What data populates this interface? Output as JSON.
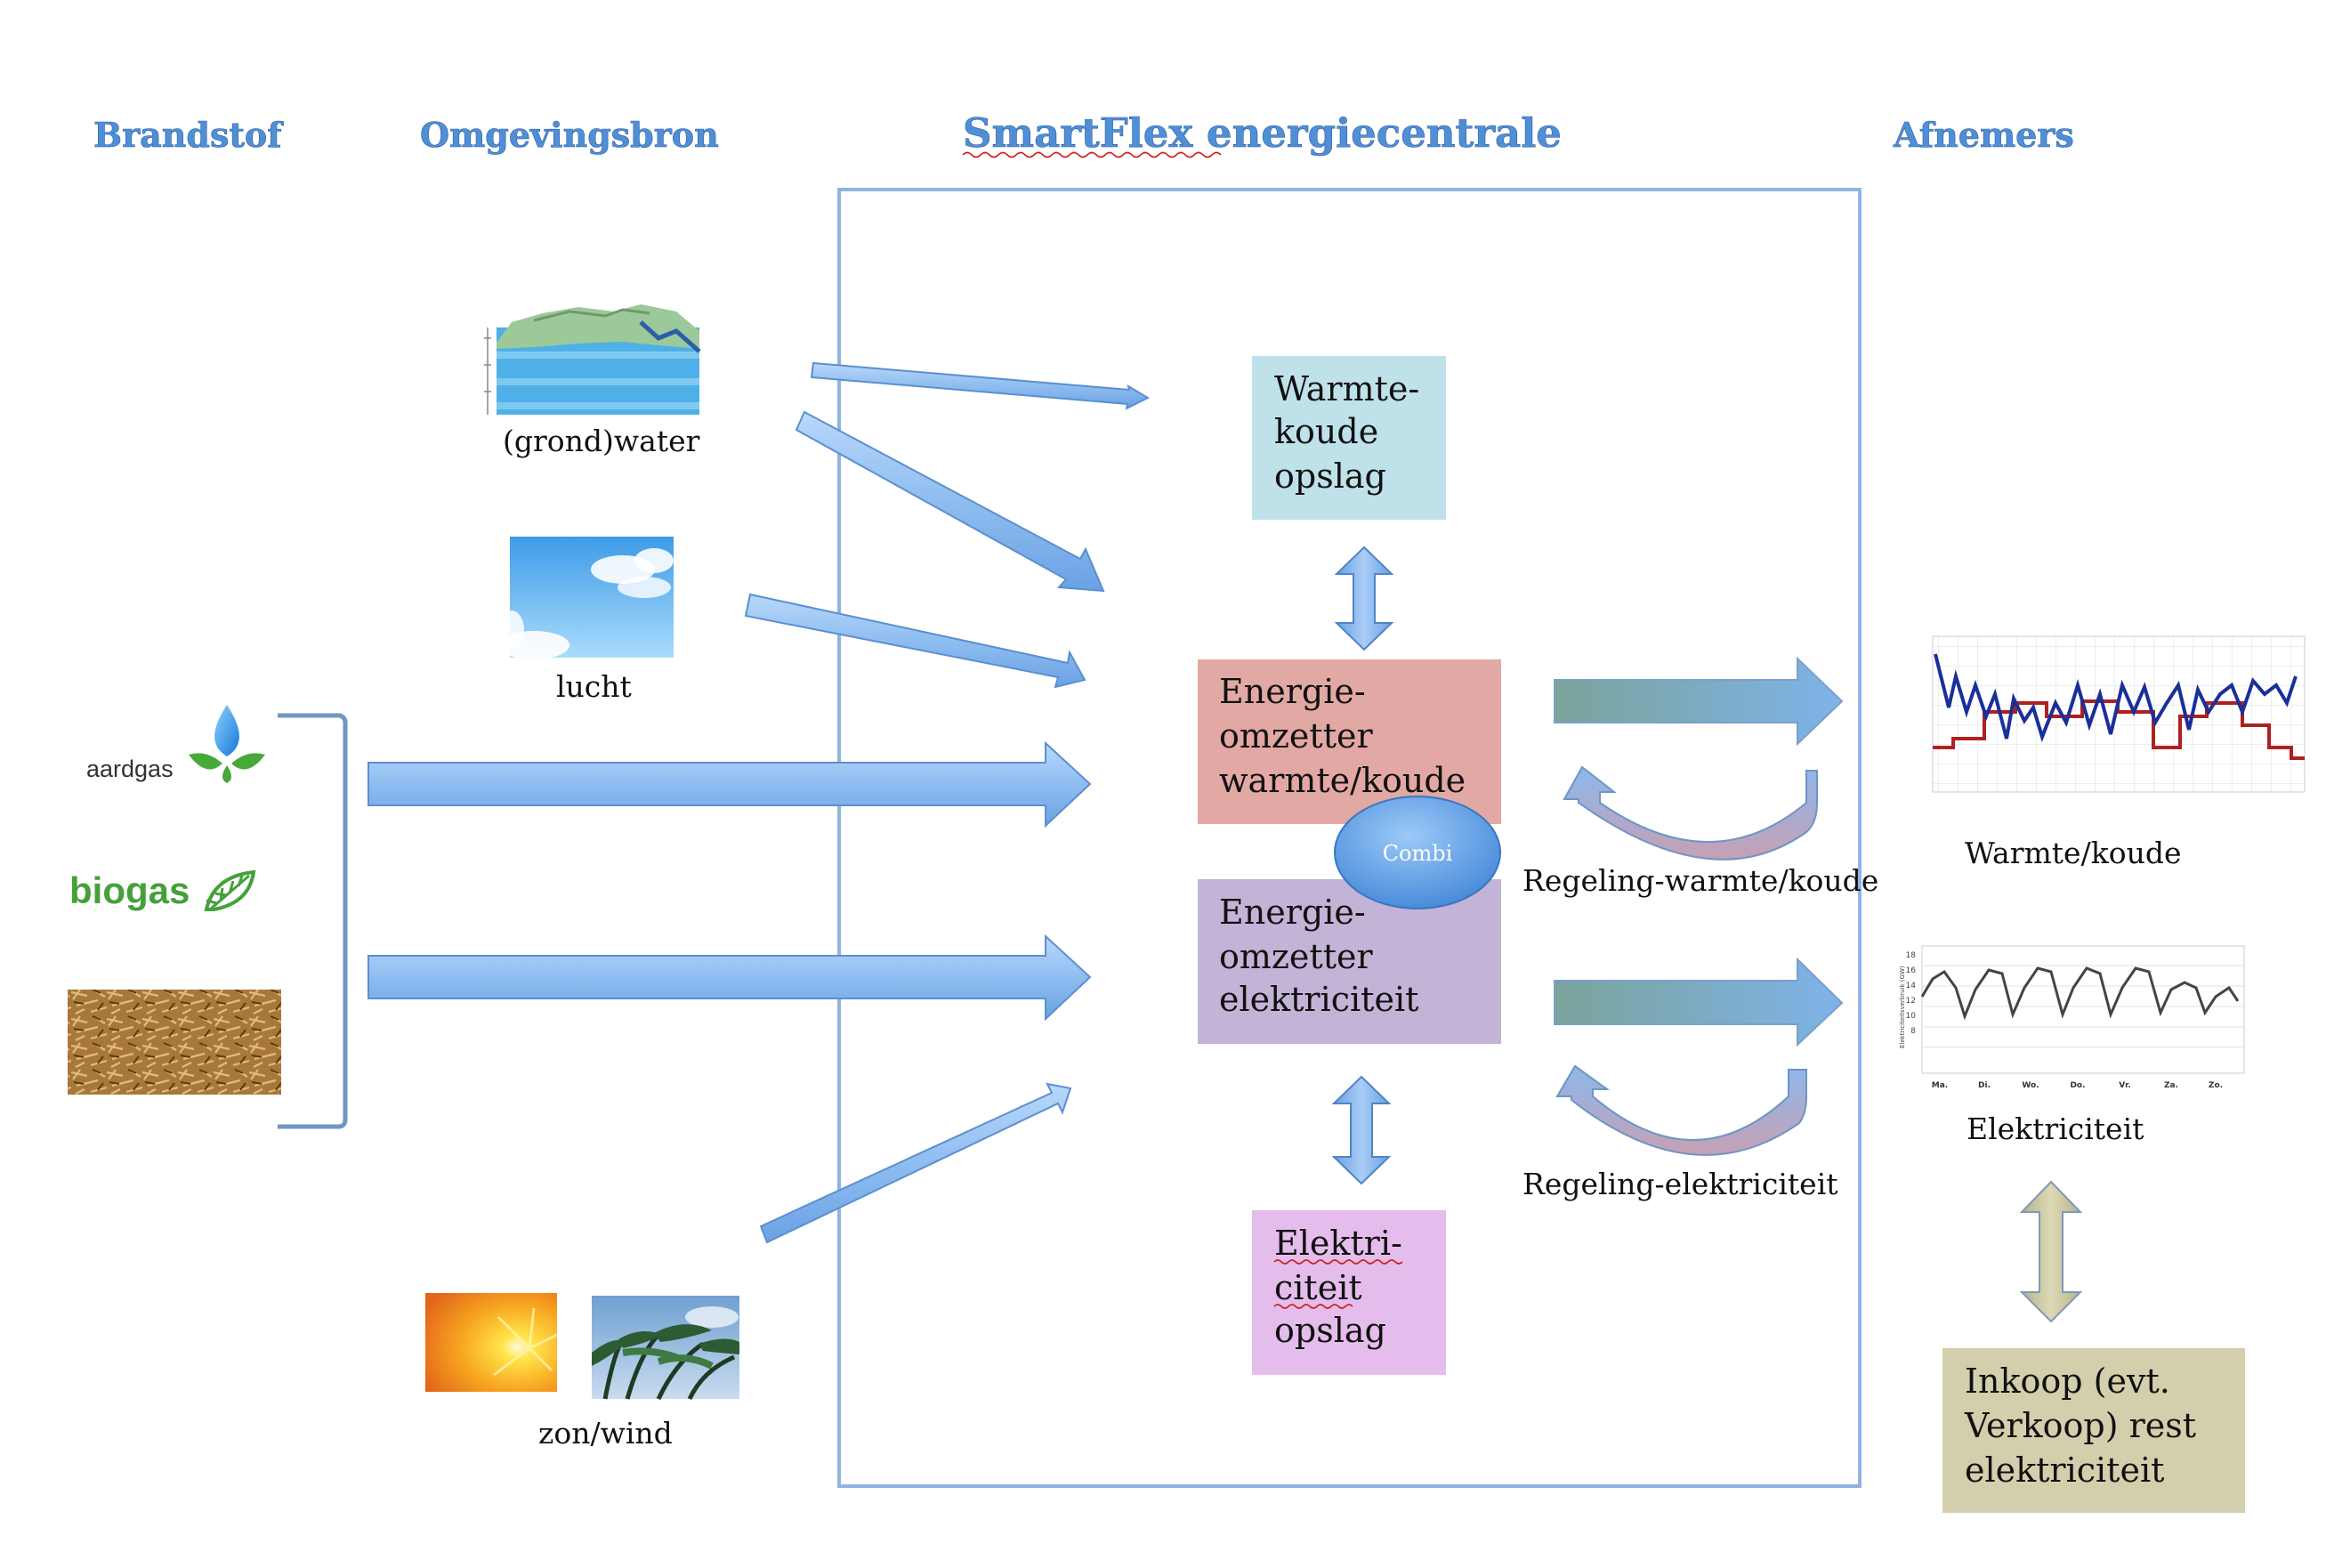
{
  "headers": {
    "brandstof": "Brandstof",
    "omgevingsbron": "Omgevingsbron",
    "centrale": "SmartFlex energiecentrale",
    "afnemers": "Afnemers"
  },
  "sources": {
    "grondwater": "(grond)water",
    "lucht": "lucht",
    "zonwind": "zon/wind"
  },
  "fuels": {
    "aardgas": "aardgas",
    "biogas": "biogas"
  },
  "boxes": {
    "wko": [
      "Warmte-",
      "koude",
      "opslag"
    ],
    "omzetter_wk": [
      "Energie-",
      "omzetter",
      "warmte/koude"
    ],
    "omzetter_el": [
      "Energie-",
      "omzetter",
      "elektriciteit"
    ],
    "el_opslag": [
      "Elektri-",
      "citeit",
      "opslag"
    ],
    "inkoop": [
      "Inkoop (evt.",
      "Verkoop) rest",
      "elektriciteit"
    ]
  },
  "combi": "Combi",
  "regeling": {
    "wk": "Regeling-warmte/koude",
    "el": "Regeling-elektriciteit"
  },
  "consumers": {
    "wk": "Warmte/koude",
    "el": "Elektriciteit"
  },
  "elec_chart": {
    "yticks": [
      "18",
      "16",
      "14",
      "12",
      "10",
      "8"
    ],
    "xticks": [
      "Ma.",
      "Di.",
      "Wo.",
      "Do.",
      "Vr.",
      "Za.",
      "Zo."
    ],
    "ylabel": "Elektriciteitsverbruik (GW)"
  },
  "colors": {
    "header": "#4f8fd8",
    "frame": "#8fb4e0",
    "wko": "#bfe1ea",
    "omzetter_wk": "#e2a8a4",
    "omzetter_el": "#c3b3d6",
    "el_opslag": "#e4bdec",
    "inkoop": "#d3ceac",
    "arrow_blue": "#8fbdf0"
  }
}
